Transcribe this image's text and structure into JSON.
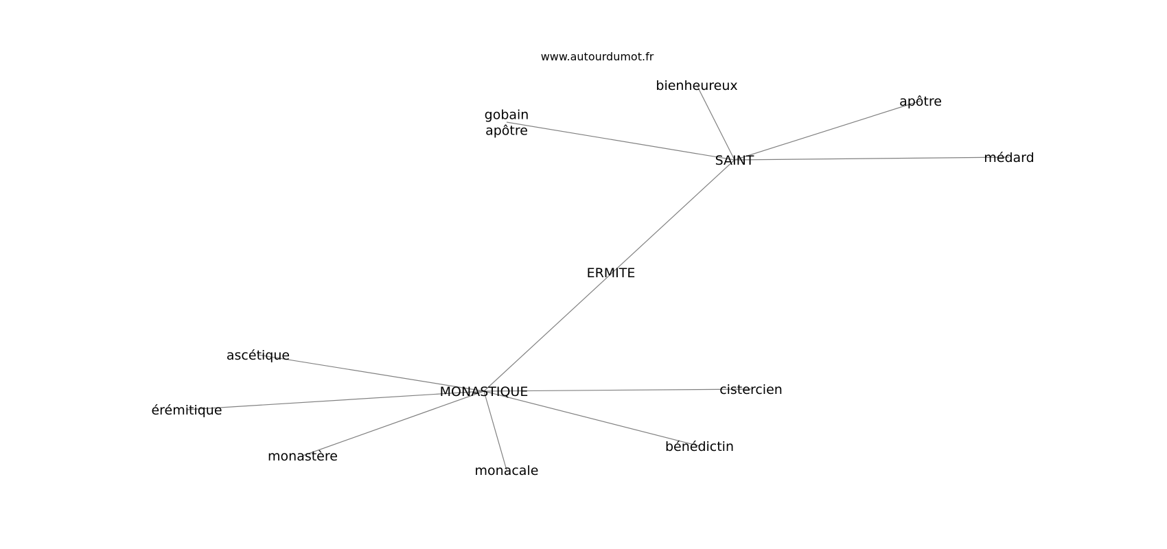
{
  "watermark": "www.autourdumot.fr",
  "graph": {
    "center": "ERMITE",
    "nodes": [
      {
        "id": "ermite",
        "label": "ERMITE"
      },
      {
        "id": "saint",
        "label": "SAINT"
      },
      {
        "id": "monastique",
        "label": "MONASTIQUE"
      },
      {
        "id": "bienheureux",
        "label": "bienheureux"
      },
      {
        "id": "apotre",
        "label": "apôtre"
      },
      {
        "id": "gobain-apotre",
        "label": "gobain\napôtre"
      },
      {
        "id": "medard",
        "label": "médard"
      },
      {
        "id": "ascetique",
        "label": "ascétique"
      },
      {
        "id": "eremitique",
        "label": "érémitique"
      },
      {
        "id": "monastere",
        "label": "monastère"
      },
      {
        "id": "monacale",
        "label": "monacale"
      },
      {
        "id": "benedictin",
        "label": "bénédictin"
      },
      {
        "id": "cistercien",
        "label": "cistercien"
      }
    ],
    "edges": [
      [
        "saint",
        "monastique"
      ],
      [
        "saint",
        "bienheureux"
      ],
      [
        "saint",
        "apotre"
      ],
      [
        "saint",
        "gobain-apotre"
      ],
      [
        "saint",
        "medard"
      ],
      [
        "monastique",
        "ascetique"
      ],
      [
        "monastique",
        "eremitique"
      ],
      [
        "monastique",
        "monastere"
      ],
      [
        "monastique",
        "monacale"
      ],
      [
        "monastique",
        "benedictin"
      ],
      [
        "monastique",
        "cistercien"
      ]
    ]
  }
}
